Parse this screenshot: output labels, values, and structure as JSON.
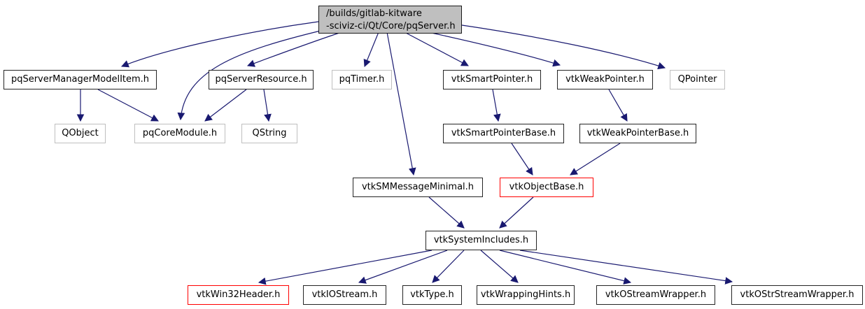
{
  "diagram": {
    "kind": "include-dependency-graph",
    "background": "#ffffff"
  },
  "colors": {
    "edge": "#191970",
    "node_border": "#252525",
    "unresolved_border": "#bfbfbf",
    "truncated_border": "#ff0000",
    "root_fill": "#bfbfbf",
    "text": "#000000"
  },
  "root": {
    "line1": "/builds/gitlab-kitware",
    "line2": "-sciviz-ci/Qt/Core/pqServer.h"
  },
  "nodes": [
    {
      "id": "pqServerManagerModelItem",
      "label": "pqServerManagerModelItem.h",
      "type": "linked"
    },
    {
      "id": "pqServerResource",
      "label": "pqServerResource.h",
      "type": "linked"
    },
    {
      "id": "pqTimer",
      "label": "pqTimer.h",
      "type": "unresolved"
    },
    {
      "id": "vtkSmartPointer",
      "label": "vtkSmartPointer.h",
      "type": "linked"
    },
    {
      "id": "vtkWeakPointer",
      "label": "vtkWeakPointer.h",
      "type": "linked"
    },
    {
      "id": "QPointer",
      "label": "QPointer",
      "type": "unresolved"
    },
    {
      "id": "QObject",
      "label": "QObject",
      "type": "unresolved"
    },
    {
      "id": "pqCoreModule",
      "label": "pqCoreModule.h",
      "type": "unresolved"
    },
    {
      "id": "QString",
      "label": "QString",
      "type": "unresolved"
    },
    {
      "id": "vtkSmartPointerBase",
      "label": "vtkSmartPointerBase.h",
      "type": "linked"
    },
    {
      "id": "vtkWeakPointerBase",
      "label": "vtkWeakPointerBase.h",
      "type": "linked"
    },
    {
      "id": "vtkSMMessageMinimal",
      "label": "vtkSMMessageMinimal.h",
      "type": "linked"
    },
    {
      "id": "vtkObjectBase",
      "label": "vtkObjectBase.h",
      "type": "truncated"
    },
    {
      "id": "vtkSystemIncludes",
      "label": "vtkSystemIncludes.h",
      "type": "linked"
    },
    {
      "id": "vtkWin32Header",
      "label": "vtkWin32Header.h",
      "type": "truncated"
    },
    {
      "id": "vtkIOStream",
      "label": "vtkIOStream.h",
      "type": "linked"
    },
    {
      "id": "vtkType",
      "label": "vtkType.h",
      "type": "linked"
    },
    {
      "id": "vtkWrappingHints",
      "label": "vtkWrappingHints.h",
      "type": "linked"
    },
    {
      "id": "vtkOStreamWrapper",
      "label": "vtkOStreamWrapper.h",
      "type": "linked"
    },
    {
      "id": "vtkOStrStreamWrapper",
      "label": "vtkOStrStreamWrapper.h",
      "type": "linked"
    }
  ],
  "edges": [
    {
      "from": "pqServer.h",
      "to": "pqServerManagerModelItem.h"
    },
    {
      "from": "pqServer.h",
      "to": "pqServerResource.h"
    },
    {
      "from": "pqServer.h",
      "to": "pqCoreModule.h"
    },
    {
      "from": "pqServer.h",
      "to": "pqTimer.h"
    },
    {
      "from": "pqServer.h",
      "to": "vtkSMMessageMinimal.h"
    },
    {
      "from": "pqServer.h",
      "to": "vtkSmartPointer.h"
    },
    {
      "from": "pqServer.h",
      "to": "vtkWeakPointer.h"
    },
    {
      "from": "pqServer.h",
      "to": "QPointer"
    },
    {
      "from": "pqServerManagerModelItem.h",
      "to": "QObject"
    },
    {
      "from": "pqServerManagerModelItem.h",
      "to": "pqCoreModule.h"
    },
    {
      "from": "pqServerResource.h",
      "to": "pqCoreModule.h"
    },
    {
      "from": "pqServerResource.h",
      "to": "QString"
    },
    {
      "from": "vtkSmartPointer.h",
      "to": "vtkSmartPointerBase.h"
    },
    {
      "from": "vtkWeakPointer.h",
      "to": "vtkWeakPointerBase.h"
    },
    {
      "from": "vtkSmartPointerBase.h",
      "to": "vtkObjectBase.h"
    },
    {
      "from": "vtkWeakPointerBase.h",
      "to": "vtkObjectBase.h"
    },
    {
      "from": "vtkSMMessageMinimal.h",
      "to": "vtkSystemIncludes.h"
    },
    {
      "from": "vtkObjectBase.h",
      "to": "vtkSystemIncludes.h"
    },
    {
      "from": "vtkSystemIncludes.h",
      "to": "vtkWin32Header.h"
    },
    {
      "from": "vtkSystemIncludes.h",
      "to": "vtkIOStream.h"
    },
    {
      "from": "vtkSystemIncludes.h",
      "to": "vtkType.h"
    },
    {
      "from": "vtkSystemIncludes.h",
      "to": "vtkWrappingHints.h"
    },
    {
      "from": "vtkSystemIncludes.h",
      "to": "vtkOStreamWrapper.h"
    },
    {
      "from": "vtkSystemIncludes.h",
      "to": "vtkOStrStreamWrapper.h"
    }
  ]
}
